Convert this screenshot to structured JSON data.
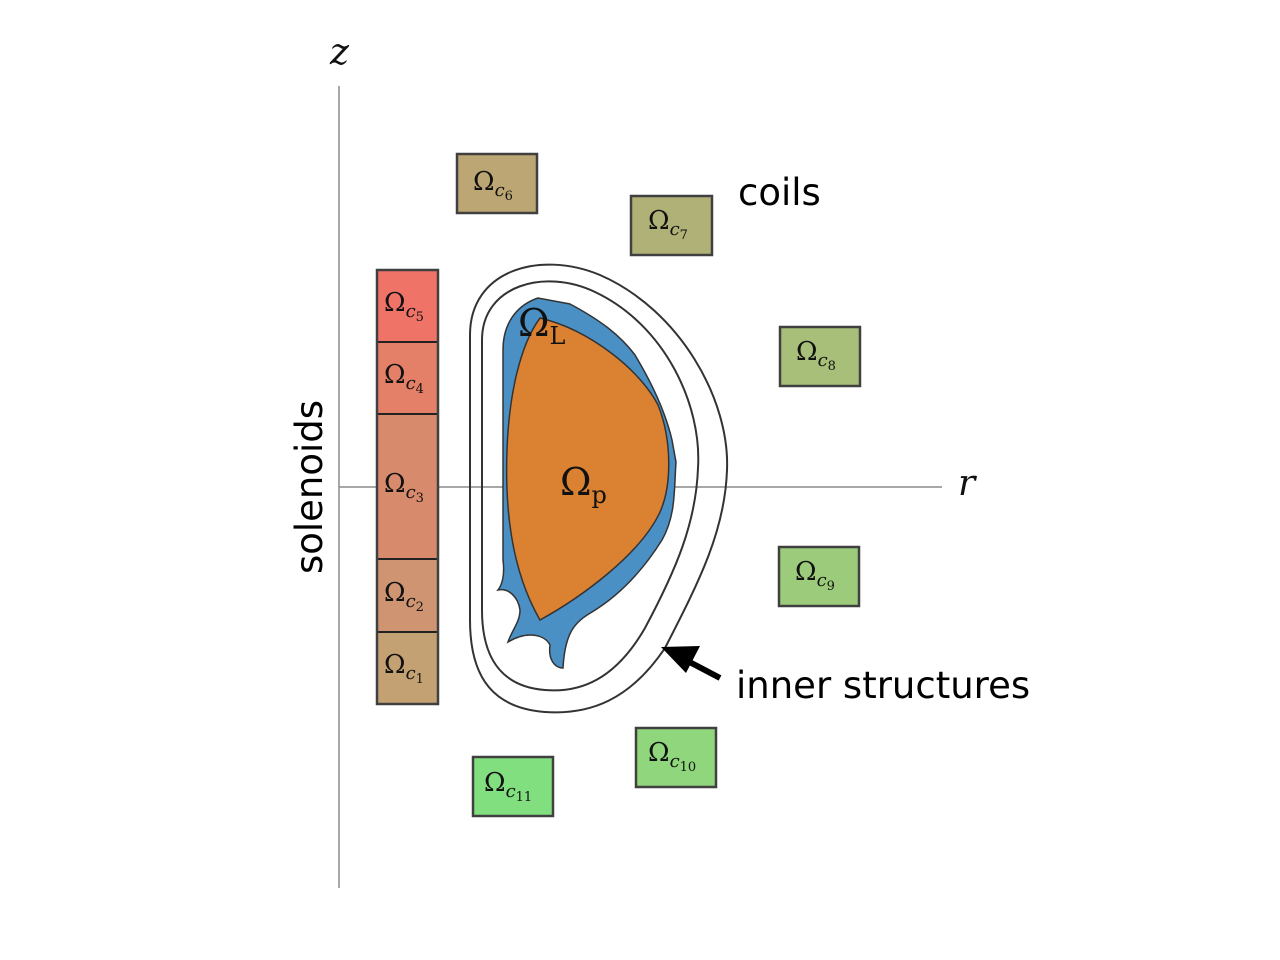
{
  "axes": {
    "vertical": "z",
    "horizontal": "r"
  },
  "labels": {
    "solenoids": "solenoids",
    "coils": "coils",
    "inner_structures": "inner structures"
  },
  "regions": {
    "omega": "Ω",
    "plasma_sub": "p",
    "limiter_sub": "L"
  },
  "solenoids": [
    {
      "sym": "Ω",
      "base": "c",
      "sub": "5",
      "color": "#c4a172"
    },
    {
      "sym": "Ω",
      "base": "c",
      "sub": "4",
      "color": "#cf9472"
    },
    {
      "sym": "Ω",
      "base": "c",
      "sub": "3",
      "color": "#d88a6c"
    },
    {
      "sym": "Ω",
      "base": "c",
      "sub": "2",
      "color": "#e47f68"
    },
    {
      "sym": "Ω",
      "base": "c",
      "sub": "1",
      "color": "#f07367"
    }
  ],
  "coils": [
    {
      "sym": "Ω",
      "base": "c",
      "sub": "6",
      "color": "#bca673"
    },
    {
      "sym": "Ω",
      "base": "c",
      "sub": "7",
      "color": "#b0b177"
    },
    {
      "sym": "Ω",
      "base": "c",
      "sub": "8",
      "color": "#a7bf78"
    },
    {
      "sym": "Ω",
      "base": "c",
      "sub": "9",
      "color": "#9ccc7b"
    },
    {
      "sym": "Ω",
      "base": "c",
      "sub": "10",
      "color": "#8fd67c"
    },
    {
      "sym": "Ω",
      "base": "c",
      "sub": "11",
      "color": "#82df80"
    }
  ],
  "colors": {
    "plasma": "#db8232",
    "limiter": "#4a90c5",
    "axis": "#8c8c8c",
    "outline": "#333333"
  }
}
